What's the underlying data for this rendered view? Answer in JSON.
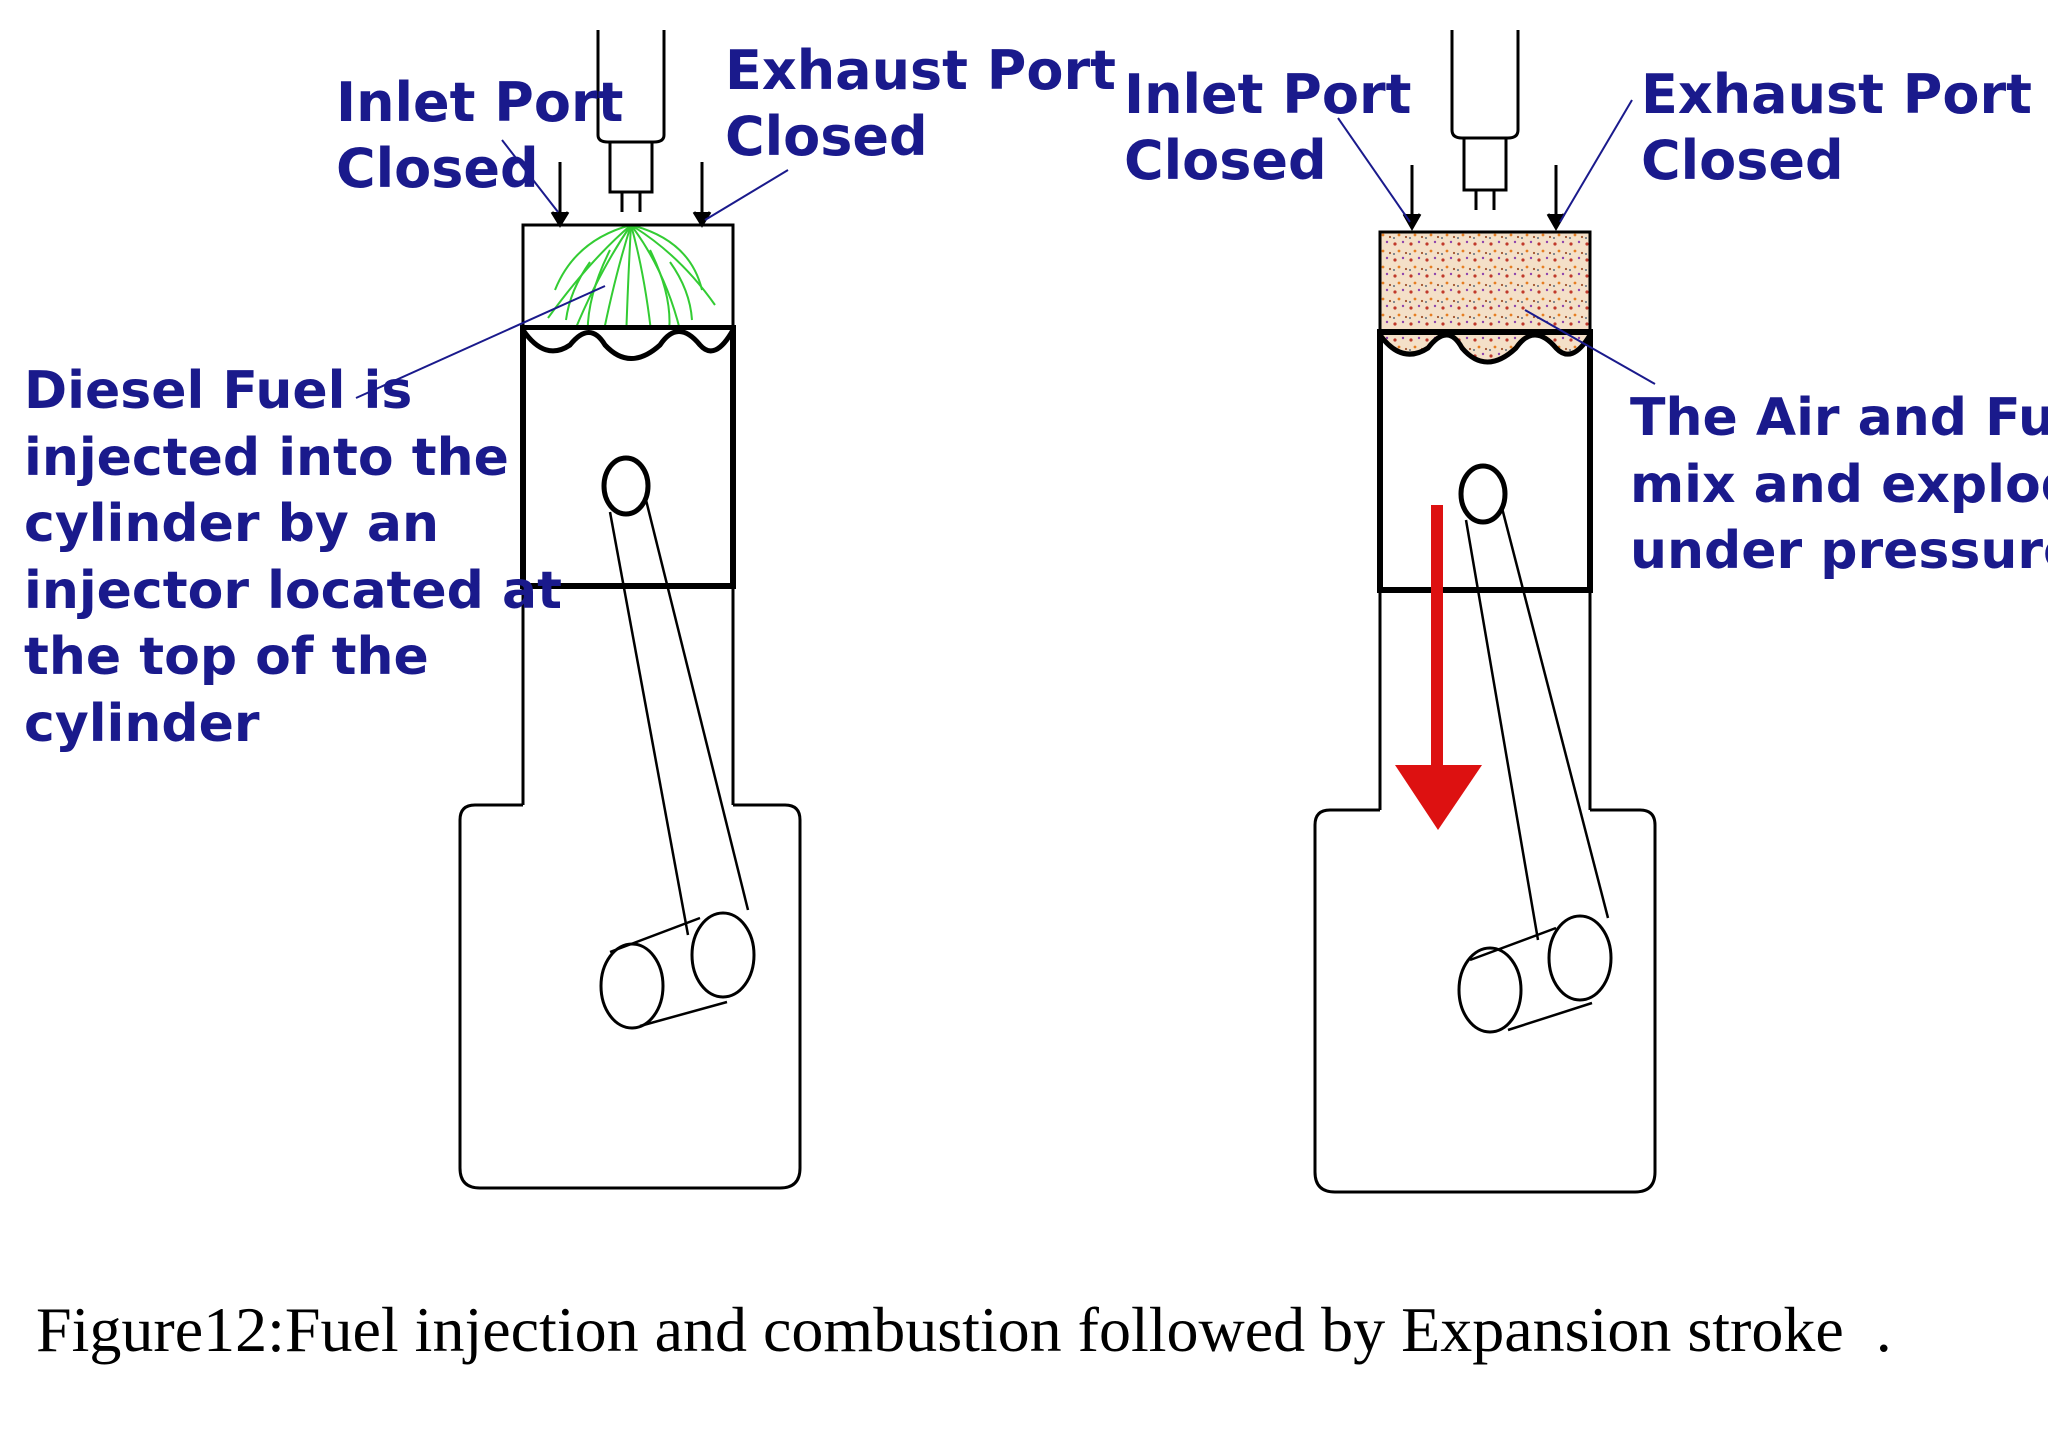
{
  "left_engine": {
    "inlet_label": "Inlet Port\nClosed",
    "exhaust_label": "Exhaust Port\nClosed",
    "description": "Diesel Fuel is\ninjected into the\ncylinder by an\ninjector located at\nthe top of the\ncylinder",
    "spray_color": "#33cc33"
  },
  "right_engine": {
    "inlet_label": "Inlet Port\nClosed",
    "exhaust_label": "Exhaust Port\nClosed",
    "description": "The Air and Fuel\nmix and explode\nunder pressure",
    "arrow_color": "#dd1111",
    "mixture_color": "#f4e0c8"
  },
  "caption": "Figure12:Fuel injection and combustion followed by Expansion stroke  .",
  "colors": {
    "label_text": "#1a1a8c",
    "outline": "#000000"
  }
}
